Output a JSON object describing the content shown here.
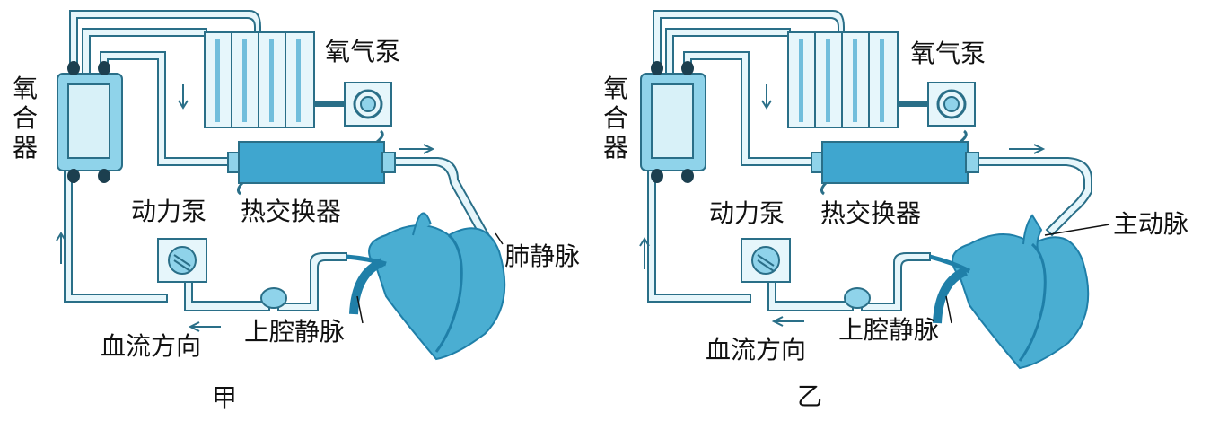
{
  "diagrams": [
    {
      "caption": "甲",
      "labels": {
        "oxygenator": "氧合器",
        "oxygen_pump": "氧气泵",
        "power_pump": "动力泵",
        "heat_exchanger": "热交换器",
        "vessel_right": "肺静脉",
        "superior_vena_cava": "上腔静脉",
        "blood_flow_direction": "血流方向"
      }
    },
    {
      "caption": "乙",
      "labels": {
        "oxygenator": "氧合器",
        "oxygen_pump": "氧气泵",
        "power_pump": "动力泵",
        "heat_exchanger": "热交换器",
        "vessel_right": "主动脉",
        "superior_vena_cava": "上腔静脉",
        "blood_flow_direction": "血流方向"
      }
    }
  ],
  "colors": {
    "tube_fill": "#e6f6fb",
    "tube_stroke": "#2a6f88",
    "device_fill": "#8fd3ea",
    "heat_exchanger_fill": "#3fa6cf",
    "heart_fill": "#4aaed2",
    "heart_dark": "#1f7fa8",
    "text": "#111111"
  }
}
